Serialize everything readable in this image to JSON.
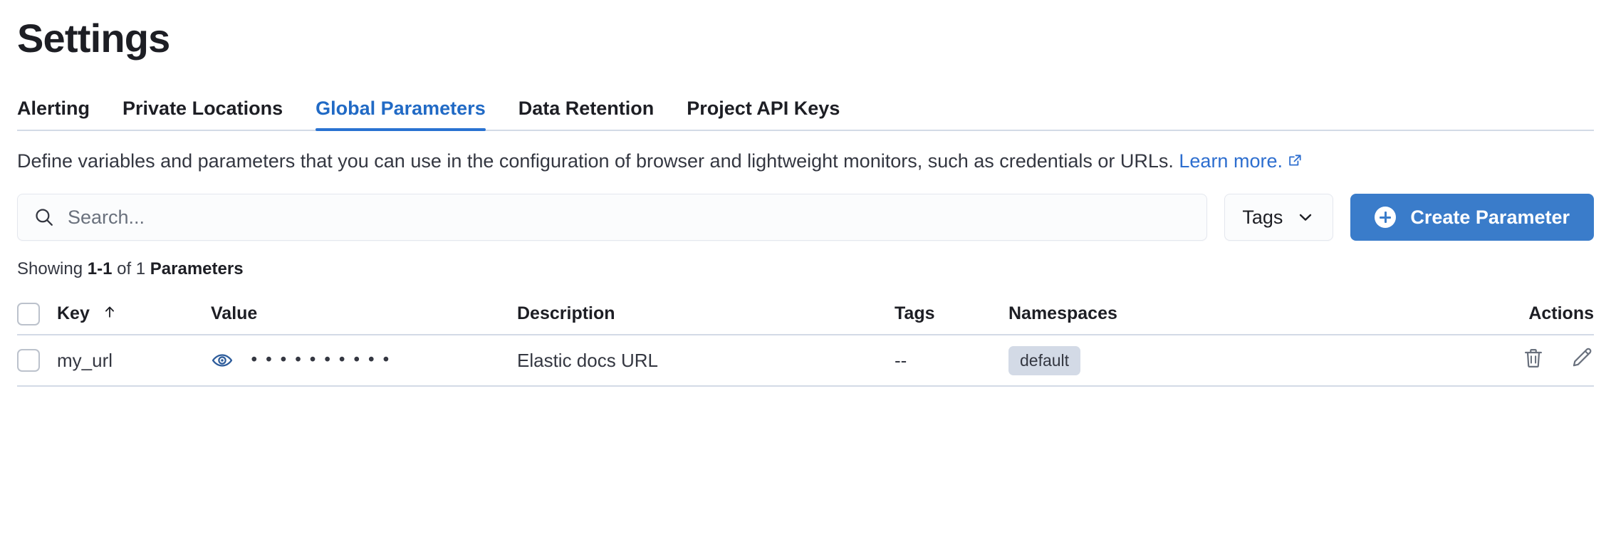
{
  "page_title": "Settings",
  "tabs": [
    {
      "label": "Alerting",
      "active": false
    },
    {
      "label": "Private Locations",
      "active": false
    },
    {
      "label": "Global Parameters",
      "active": true
    },
    {
      "label": "Data Retention",
      "active": false
    },
    {
      "label": "Project API Keys",
      "active": false
    }
  ],
  "description": {
    "text": "Define variables and parameters that you can use in the configuration of browser and lightweight monitors, such as credentials or URLs.",
    "link_label": "Learn more.",
    "link_icon": "external-link-icon"
  },
  "controls": {
    "search_placeholder": "Search...",
    "search_value": "",
    "search_icon": "search-icon",
    "tags_label": "Tags",
    "tags_caret_icon": "chevron-down-icon",
    "create_label": "Create Parameter",
    "create_icon": "plus-circle-icon"
  },
  "showing": {
    "prefix": "Showing ",
    "range": "1-1",
    "middle": " of 1 ",
    "suffix": "Parameters"
  },
  "table": {
    "columns": [
      {
        "key": "check",
        "label": ""
      },
      {
        "key": "key",
        "label": "Key",
        "sorted": "asc",
        "sort_icon": "arrow-up-icon"
      },
      {
        "key": "value",
        "label": "Value"
      },
      {
        "key": "description",
        "label": "Description"
      },
      {
        "key": "tags",
        "label": "Tags"
      },
      {
        "key": "namespaces",
        "label": "Namespaces"
      },
      {
        "key": "actions",
        "label": "Actions"
      }
    ],
    "rows": [
      {
        "key": "my_url",
        "value_masked": "••••••••••",
        "value_toggle_icon": "eye-icon",
        "description": "Elastic docs URL",
        "tags": "--",
        "namespaces": "default",
        "actions": [
          "trash-icon",
          "pencil-icon"
        ]
      }
    ]
  },
  "colors": {
    "accent": "#2972d1",
    "link": "#2d6ecf",
    "primary_button": "#3a7cca",
    "badge_bg": "#d3dae6",
    "border": "#d3dae6",
    "text": "#343741",
    "eye_icon": "#2d5c9b"
  }
}
